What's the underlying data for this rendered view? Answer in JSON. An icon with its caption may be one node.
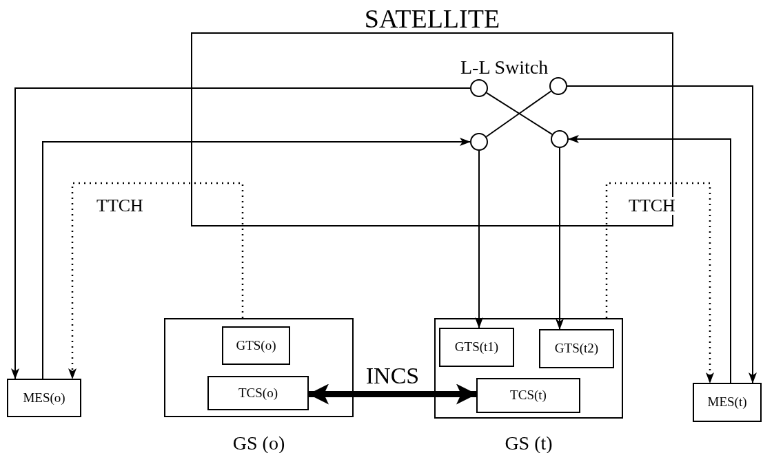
{
  "diagram": {
    "nodes": [
      {
        "text": [
          "SATELLITE"
        ]
      },
      {
        "text": [],
        "shape": "circle",
        "in": 0
      },
      {
        "text": [],
        "shape": "circle",
        "in": 0
      },
      {
        "text": [],
        "shape": "circle",
        "in": 0
      },
      {
        "text": [],
        "shape": "circle",
        "in": 0
      },
      {
        "text": [
          "MES(o)"
        ]
      },
      {
        "text": [
          "GS (o)"
        ]
      },
      {
        "text": [
          "GTS(o)"
        ],
        "in": 6
      },
      {
        "text": [
          "TCS(o)"
        ],
        "in": 6
      },
      {
        "text": [
          "GS (t)"
        ]
      },
      {
        "text": [
          "GTS(t1)"
        ],
        "in": 9
      },
      {
        "text": [
          "GTS(t2)"
        ],
        "in": 9
      },
      {
        "text": [
          "TCS(t)"
        ],
        "in": 9
      },
      {
        "text": [
          "MES(t)"
        ]
      }
    ],
    "edges": [
      {
        "from": 1,
        "to": 5,
        "arrow": "to"
      },
      {
        "from": 5,
        "to": 3,
        "arrow": "to"
      },
      {
        "from": 6,
        "to": 5,
        "arrow": "to",
        "style": "dashed"
      },
      {
        "from": 2,
        "to": 13,
        "arrow": "to"
      },
      {
        "from": 13,
        "to": 4,
        "arrow": "to"
      },
      {
        "from": 9,
        "to": 13,
        "arrow": "to",
        "style": "dashed"
      },
      {
        "from": 3,
        "to": 10,
        "arrow": "to"
      },
      {
        "from": 4,
        "to": 11,
        "arrow": "to"
      },
      {
        "from": 1,
        "to": 4,
        "arrow": "none"
      },
      {
        "from": 2,
        "to": 3,
        "arrow": "none"
      },
      {
        "from": 8,
        "to": 12,
        "arrow": "both",
        "style": "thick",
        "label": "INCS"
      }
    ],
    "labels": [
      "L-L Switch",
      "TTCH",
      "TTCH"
    ]
  }
}
